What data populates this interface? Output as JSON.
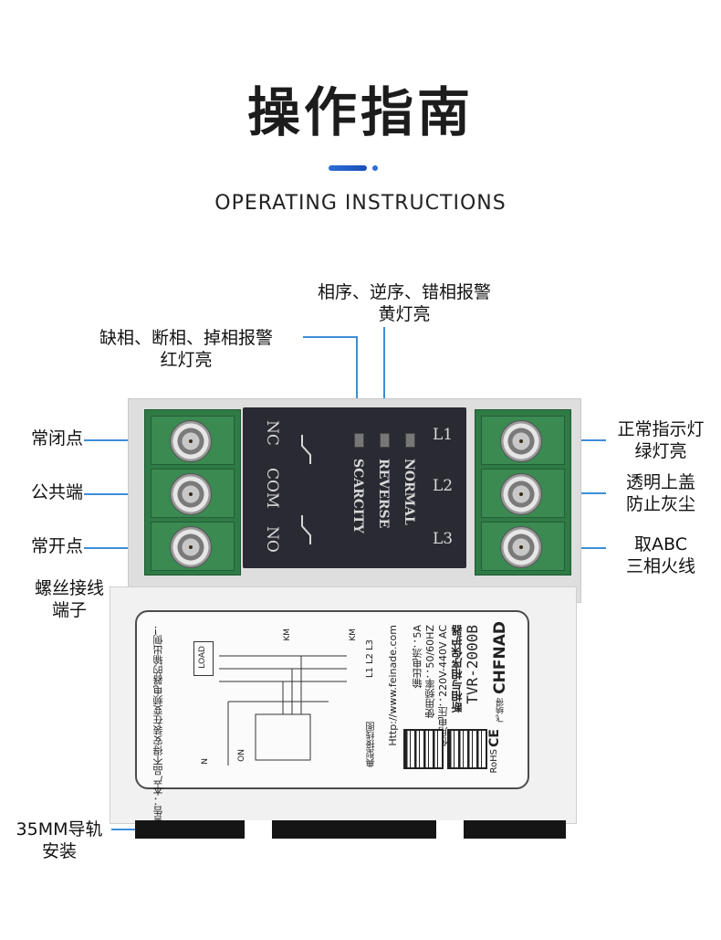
{
  "header": {
    "title": "操作指南",
    "subtitle": "OPERATING INSTRUCTIONS"
  },
  "callouts": {
    "yellow_line1": "相序、逆序、错相报警",
    "yellow_line2": "黄灯亮",
    "red_line1": "缺相、断相、掉相报警",
    "red_line2": "红灯亮",
    "nc": "常闭点",
    "com": "公共端",
    "no": "常开点",
    "screw_line1": "螺丝接线",
    "screw_line2": "端子",
    "normal_line1": "正常指示灯",
    "normal_line2": "绿灯亮",
    "cover_line1": "透明上盖",
    "cover_line2": "防止灰尘",
    "abc_line1": "取ABC",
    "abc_line2": "三相火线",
    "rail_line1": "35MM导轨",
    "rail_line2": "安装"
  },
  "panel": {
    "nc": "NC",
    "com": "COM",
    "no": "NO",
    "normal": "NORMAL",
    "reverse": "REVERSE",
    "scarcity": "SCARCITY",
    "l1": "L1",
    "l2": "L2",
    "l3": "L3"
  },
  "device_label": {
    "brand": "CHFNAD",
    "brand_sub": "飞纳得",
    "model": "TVR-2000B",
    "name": "断相与相序保护器",
    "voltage": "使用电压：220V-440V AC",
    "frequency": "使用频率：50/60HZ",
    "current": "输出电流：5A",
    "url": "Http://www.feinade.com",
    "wiring": "典型接线图",
    "warning": "警告：本产品不得安装在变频电器的输出侧！",
    "load": "LOAD",
    "km": "KM",
    "on": "ON",
    "n": "N",
    "ce": "CE",
    "rohs": "RoHS",
    "terminals": "L1 L2 L3"
  },
  "colors": {
    "accent": "#2b6fd6",
    "terminal_green": "#2f7a45",
    "panel_dark": "#2a2a33"
  }
}
